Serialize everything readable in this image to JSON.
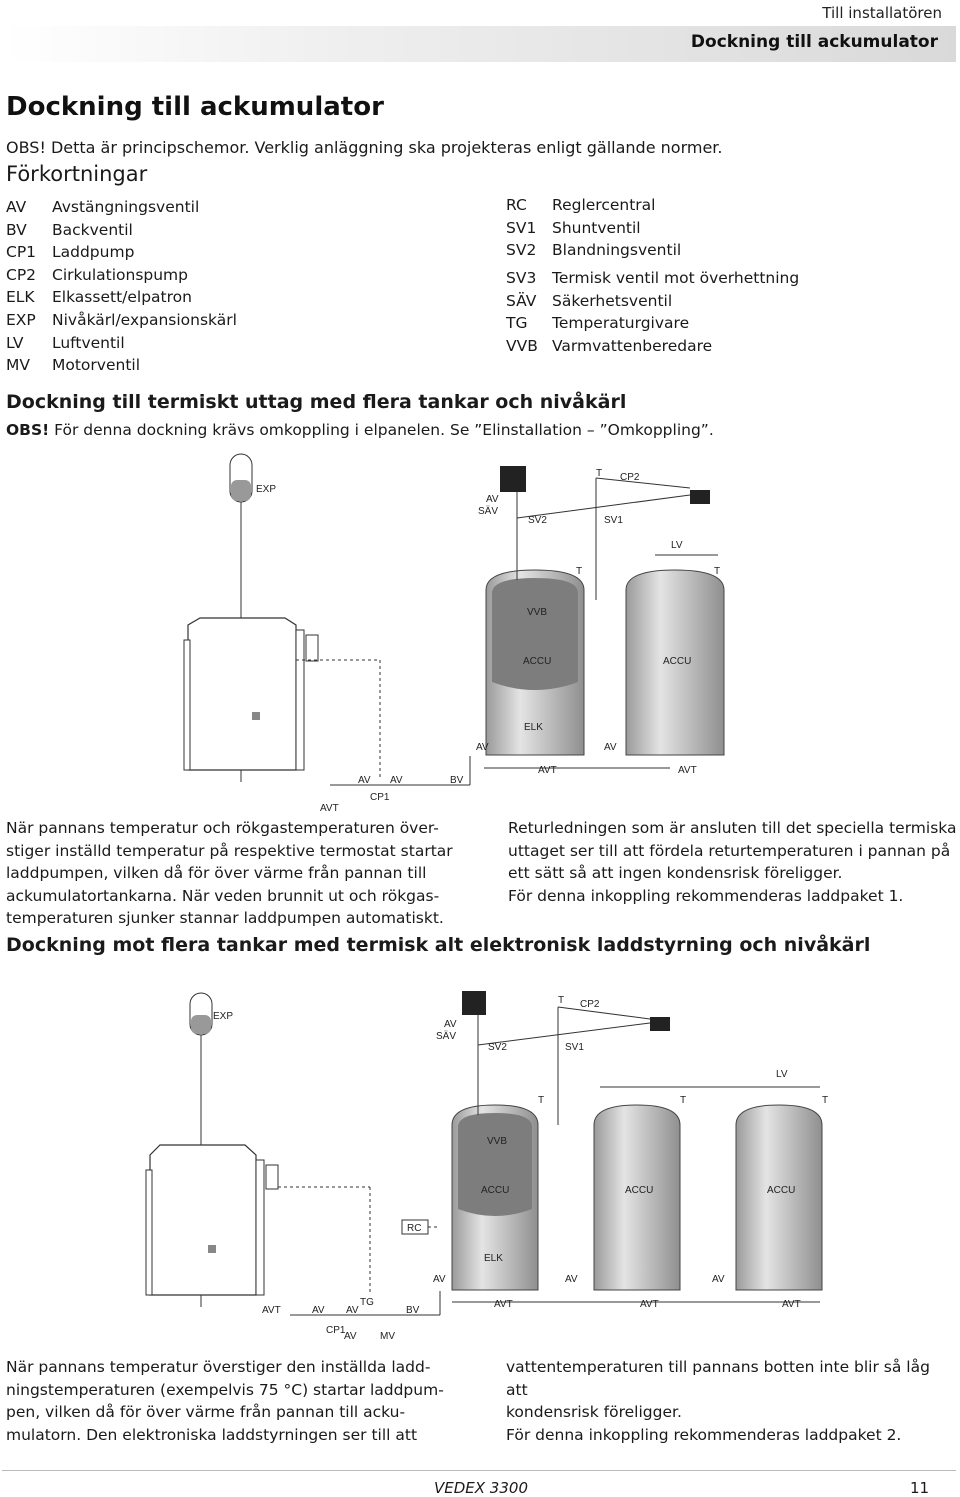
{
  "header": {
    "section": "Till installatören",
    "title": "Dockning till ackumulator"
  },
  "page": {
    "title": "Dockning till ackumulator",
    "notice": "OBS! Detta är principschemor. Verklig anläggning ska projekteras enligt gällande normer.",
    "abbreviations_title": "Förkortningar"
  },
  "abbreviations": {
    "left": [
      {
        "code": "AV",
        "text": "Avstängningsventil"
      },
      {
        "code": "BV",
        "text": "Backventil"
      },
      {
        "code": "CP1",
        "text": "Laddpump"
      },
      {
        "code": "CP2",
        "text": "Cirkulationspump"
      },
      {
        "code": "ELK",
        "text": "Elkassett/elpatron"
      },
      {
        "code": "EXP",
        "text": "Nivåkärl/expansionskärl"
      },
      {
        "code": "LV",
        "text": "Luftventil"
      },
      {
        "code": "MV",
        "text": "Motorventil"
      }
    ],
    "right_a": [
      {
        "code": "RC",
        "text": "Reglercentral"
      },
      {
        "code": "SV1",
        "text": "Shuntventil"
      },
      {
        "code": "SV2",
        "text": "Blandningsventil"
      }
    ],
    "right_b": [
      {
        "code": "SV3",
        "text": "Termisk ventil mot överhettning"
      },
      {
        "code": "SÄV",
        "text": "Säkerhetsventil"
      },
      {
        "code": "TG",
        "text": "Temperaturgivare"
      },
      {
        "code": "VVB",
        "text": "Varmvattenberedare"
      }
    ]
  },
  "section1": {
    "title": "Dockning till termiskt uttag med flera tankar och nivåkärl",
    "note_bold": "OBS!",
    "note": " För denna dockning krävs omkoppling i elpanelen. Se ”Elinstallation – ”Omkoppling”.",
    "diagram": {
      "exp": "EXP",
      "av": "AV",
      "sav": "SÄV",
      "sv2": "SV2",
      "sv1": "SV1",
      "cp2": "CP2",
      "t": "T",
      "lv": "LV",
      "vvb": "VVB",
      "accu": "ACCU",
      "elk": "ELK",
      "avt": "AVT",
      "bv": "BV",
      "cp1": "CP1"
    },
    "text_left": [
      "När pannans temperatur och rökgastemperaturen över-",
      "stiger inställd temperatur på respektive termostat startar",
      "laddpumpen, vilken då för över värme från pannan till",
      "ackumulatortankarna. När veden brunnit ut och rökgas-",
      "temperaturen sjunker stannar laddpumpen automatiskt."
    ],
    "text_right": [
      "Returledningen som är ansluten till det speciella termiska",
      "uttaget ser till att fördela returtemperaturen i pannan på",
      "ett sätt så att ingen kondensrisk föreligger.",
      "För denna inkoppling rekommenderas laddpaket 1."
    ]
  },
  "section2": {
    "title": "Dockning mot flera tankar med termisk alt elektronisk laddstyrning och nivåkärl",
    "diagram": {
      "exp": "EXP",
      "av": "AV",
      "sav": "SÄV",
      "sv2": "SV2",
      "sv1": "SV1",
      "cp2": "CP2",
      "t": "T",
      "lv": "LV",
      "vvb": "VVB",
      "accu": "ACCU",
      "elk": "ELK",
      "rc": "RC",
      "avt": "AVT",
      "tg": "TG",
      "bv": "BV",
      "cp1": "CP1",
      "mv": "MV"
    },
    "text_left": [
      "När pannans temperatur överstiger den inställda ladd-",
      "ningstemperaturen (exempelvis 75 °C) startar laddpum-",
      "pen, vilken då för över värme från pannan till acku-",
      "mulatorn. Den elektroniska laddstyrningen ser till att"
    ],
    "text_right": [
      "vattentemperaturen till pannans botten inte blir så låg att",
      "kondensrisk föreligger.",
      "För denna inkoppling rekommenderas laddpaket 2."
    ]
  },
  "footer": {
    "brand": "VEDEX 3300",
    "page": "11"
  }
}
